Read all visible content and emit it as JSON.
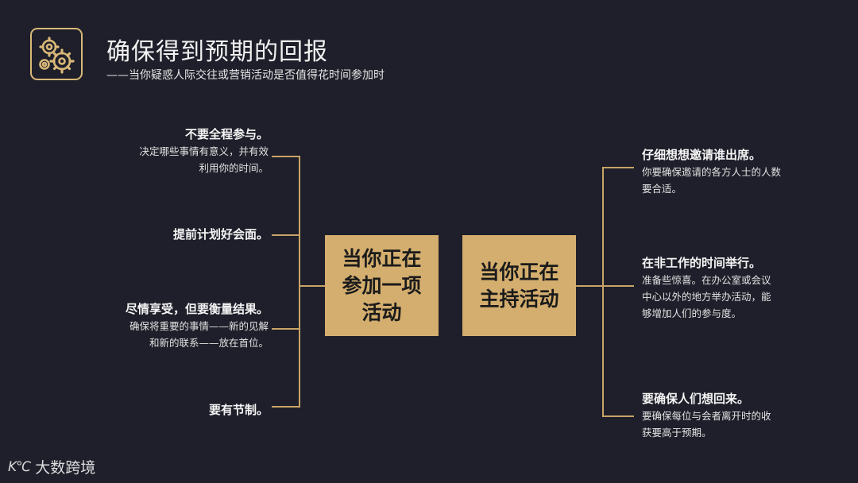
{
  "header": {
    "logo_icon": "gears-icon",
    "title": "确保得到预期的回报",
    "subtitle": "——当你疑惑人际交往或营销活动是否值得花时间参加时"
  },
  "center": {
    "attend": {
      "line1": "当你正在",
      "line2": "参加一项",
      "line3": "活动"
    },
    "host": {
      "line1": "当你正在",
      "line2": "主持活动"
    }
  },
  "left_items": [
    {
      "title": "不要全程参与。",
      "desc": [
        "决定哪些事情有意义，并有效",
        "利用你的时间。"
      ]
    },
    {
      "title": "提前计划好会面。",
      "desc": []
    },
    {
      "title": "尽情享受，但要衡量结果。",
      "desc": [
        "确保将重要的事情——新的见解",
        "和新的联系——放在首位。"
      ]
    },
    {
      "title": "要有节制。",
      "desc": []
    }
  ],
  "right_items": [
    {
      "title": "仔细想想邀请谁出席。",
      "desc": [
        "你要确保邀请的各方人士的人数",
        "要合适。"
      ]
    },
    {
      "title": "在非工作的时间举行。",
      "desc": [
        "准备些惊喜。在办公室或会议",
        "中心以外的地方举办活动，能",
        "够增加人们的参与度。"
      ]
    },
    {
      "title": "要确保人们想回来。",
      "desc": [
        "要确保每位与会者离开时的收",
        "获要高于预期。"
      ]
    }
  ],
  "watermark": {
    "mark": "K℃",
    "text": "大数跨境"
  },
  "colors": {
    "background": "#1e1f2a",
    "accent": "#d4ae6e",
    "line": "#c8a467",
    "text": "#f4f4f4"
  }
}
